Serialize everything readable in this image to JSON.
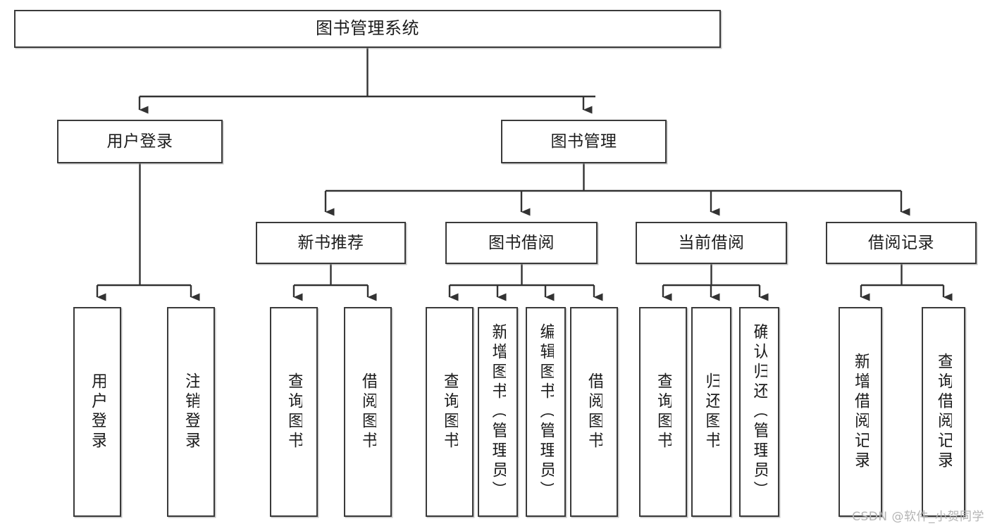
{
  "diagram": {
    "type": "tree-hierarchy-chart",
    "title": "图书管理系统",
    "colors": {
      "box_border": "#3a3a3a",
      "box_fill": "#ffffff",
      "edge": "#333333",
      "text": "#1c1c1c",
      "watermark": "#b4b4b4",
      "background": "#ffffff"
    },
    "root": {
      "label": "图书管理系统"
    },
    "level2": [
      {
        "id": "user-login",
        "label": "用户登录"
      },
      {
        "id": "book-manage",
        "label": "图书管理"
      }
    ],
    "level3": [
      {
        "id": "new-book-recommend",
        "label": "新书推荐",
        "parent": "book-manage"
      },
      {
        "id": "book-borrow",
        "label": "图书借阅",
        "parent": "book-manage"
      },
      {
        "id": "current-borrow",
        "label": "当前借阅",
        "parent": "book-manage"
      },
      {
        "id": "borrow-record",
        "label": "借阅记录",
        "parent": "book-manage"
      }
    ],
    "leaves": [
      {
        "id": "leaf-user-login",
        "label": "用户登录",
        "parent": "user-login"
      },
      {
        "id": "leaf-user-logout",
        "label": "注销登录",
        "parent": "user-login"
      },
      {
        "id": "leaf-query-book-1",
        "label": "查询图书",
        "parent": "new-book-recommend"
      },
      {
        "id": "leaf-borrow-book-1",
        "label": "借阅图书",
        "parent": "new-book-recommend"
      },
      {
        "id": "leaf-query-book-2",
        "label": "查询图书",
        "parent": "book-borrow"
      },
      {
        "id": "leaf-add-book",
        "label": "新增图书（管理员）",
        "parent": "book-borrow"
      },
      {
        "id": "leaf-edit-book",
        "label": "编辑图书（管理员）",
        "parent": "book-borrow"
      },
      {
        "id": "leaf-borrow-book-2",
        "label": "借阅图书",
        "parent": "book-borrow"
      },
      {
        "id": "leaf-query-book-3",
        "label": "查询图书",
        "parent": "current-borrow"
      },
      {
        "id": "leaf-return-book",
        "label": "归还图书",
        "parent": "current-borrow"
      },
      {
        "id": "leaf-confirm-return",
        "label": "确认归还（管理员）",
        "parent": "current-borrow"
      },
      {
        "id": "leaf-add-record",
        "label": "新增借阅记录",
        "parent": "borrow-record"
      },
      {
        "id": "leaf-query-record",
        "label": "查询借阅记录",
        "parent": "borrow-record"
      }
    ],
    "watermark": "CSDN @软件_小贺同学"
  }
}
